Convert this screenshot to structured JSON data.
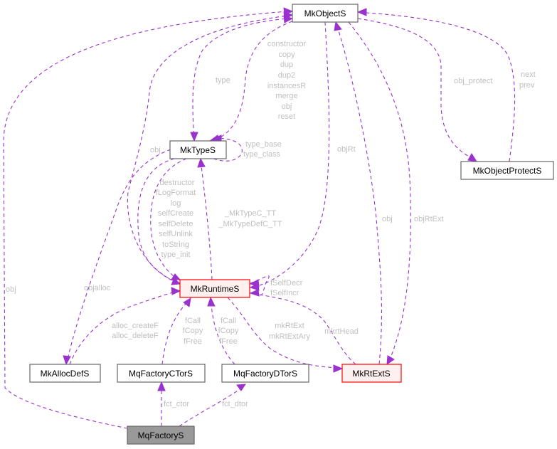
{
  "nodes": {
    "mkobjects": "MkObjectS",
    "mktypes": "MkTypeS",
    "mkruntimes": "MkRuntimeS",
    "mkobjectprotects": "MkObjectProtectS",
    "mkallocdefs": "MkAllocDefS",
    "mqfactoryctors": "MqFactoryCTorS",
    "mqfactorydtors": "MqFactoryDTorS",
    "mkrtexts": "MkRtExtS",
    "mqfactorys": "MqFactoryS"
  },
  "labels": {
    "types_to_objects": [
      "constructor",
      "copy",
      "dup",
      "dup2",
      "instancesR",
      "merge",
      "obj",
      "reset"
    ],
    "objects_to_types": "type",
    "types_self": [
      "type_base",
      "type_class"
    ],
    "obj_types": "obj",
    "types_to_runtime": [
      "destructor",
      "fLogFormat",
      "log",
      "selfCreate",
      "selfDelete",
      "selfUnlink",
      "toString",
      "type_init"
    ],
    "runtime_to_types": [
      "_MkTypeC_TT",
      "_MkTypeDefC_TT"
    ],
    "objrt": "objRt",
    "obj_protect": "obj_protect",
    "next_prev": [
      "next",
      "prev"
    ],
    "rtext_obj": "obj",
    "objrtext": "objRtExt",
    "runtime_self": [
      "fSelfDecr",
      "fSelfIncr"
    ],
    "objalloc": "objalloc",
    "alloc_fns": [
      "alloc_createF",
      "alloc_deleteF"
    ],
    "ctor_fns": [
      "fCall",
      "fCopy",
      "fFree"
    ],
    "dtor_fns": [
      "fCall",
      "fCopy",
      "fFree"
    ],
    "mkrtext": [
      "mkRtExt",
      "mkRtExtAry"
    ],
    "mkrthead": "mkrtHead",
    "factory_obj": "obj",
    "fct_ctor": "fct_ctor",
    "fct_dtor": "fct_dtor"
  },
  "colors": {
    "edge": "#9a32cd",
    "label": "#bfbfbf",
    "highlight_border": "#ff0000",
    "highlight_fill": "#fff0f0",
    "focus_fill": "#999999"
  }
}
